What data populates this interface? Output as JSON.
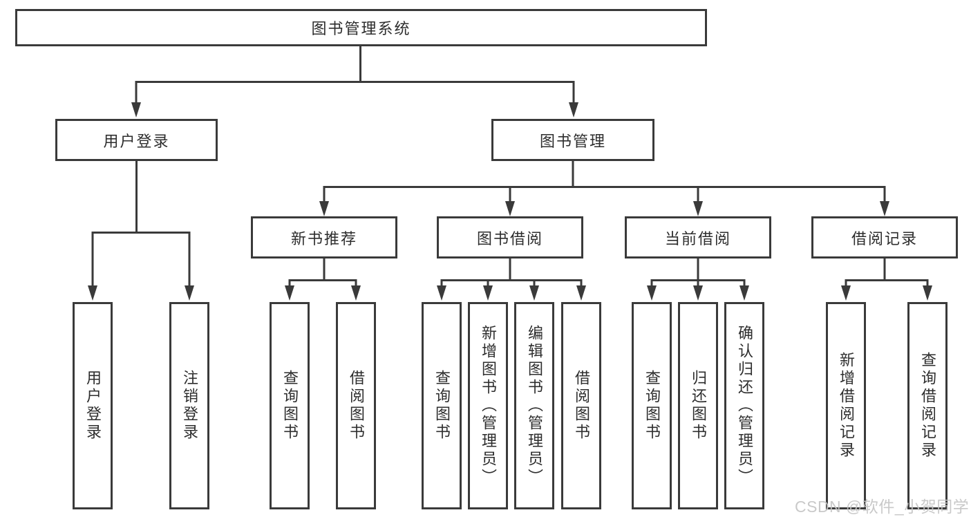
{
  "colors": {
    "line": "#3a3a3a",
    "text": "#2d2d2d",
    "box_bg": "#ffffff",
    "watermark": "#c4c4c4"
  },
  "tree": {
    "root": {
      "label": "图书管理系统"
    },
    "branches": [
      {
        "label": "用户登录",
        "children": [
          {
            "label": "用户登录"
          },
          {
            "label": "注销登录"
          }
        ]
      },
      {
        "label": "图书管理",
        "children": [
          {
            "label": "新书推荐",
            "children": [
              {
                "label": "查询图书"
              },
              {
                "label": "借阅图书"
              }
            ]
          },
          {
            "label": "图书借阅",
            "children": [
              {
                "label": "查询图书"
              },
              {
                "label": "新增图书（管理员）"
              },
              {
                "label": "编辑图书（管理员）"
              },
              {
                "label": "借阅图书"
              }
            ]
          },
          {
            "label": "当前借阅",
            "children": [
              {
                "label": "查询图书"
              },
              {
                "label": "归还图书"
              },
              {
                "label": "确认归还（管理员）"
              }
            ]
          },
          {
            "label": "借阅记录",
            "children": [
              {
                "label": "新增借阅记录"
              },
              {
                "label": "查询借阅记录"
              }
            ]
          }
        ]
      }
    ]
  },
  "watermark": "CSDN @软件_小贺同学"
}
